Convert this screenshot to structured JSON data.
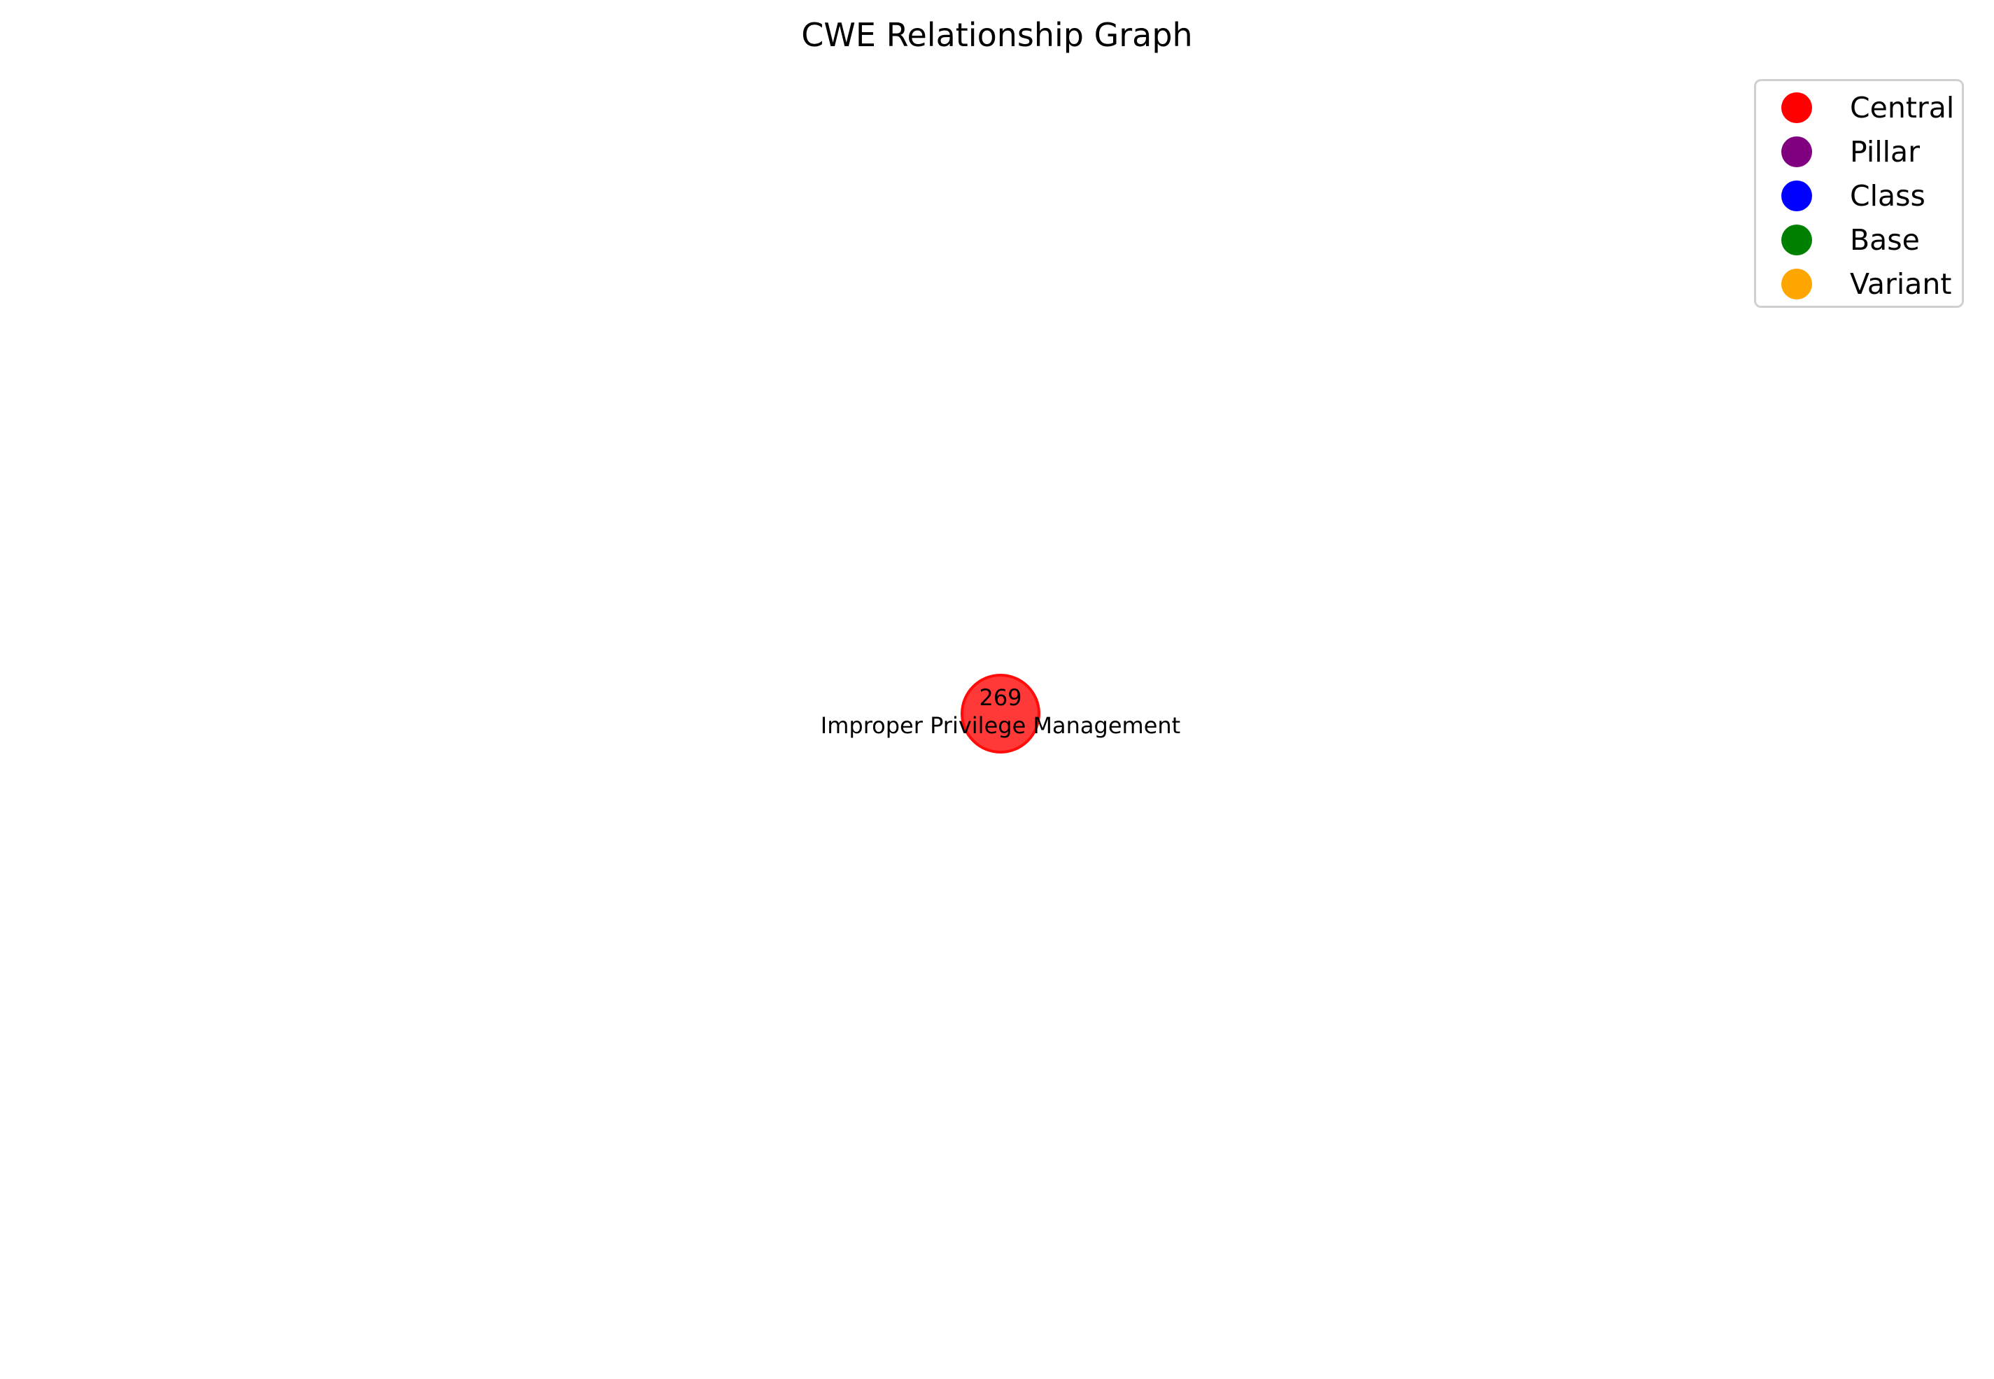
{
  "chart_data": {
    "type": "network",
    "title": "CWE Relationship Graph",
    "legend_placement": "top-right",
    "legend": [
      {
        "label": "Central",
        "color": "#ff0000"
      },
      {
        "label": "Pillar",
        "color": "#800080"
      },
      {
        "label": "Class",
        "color": "#0000ff"
      },
      {
        "label": "Base",
        "color": "#008000"
      },
      {
        "label": "Variant",
        "color": "#ffa500"
      }
    ],
    "nodes": [
      {
        "id": "269",
        "name": "Improper Privilege Management",
        "category": "Central",
        "color": "#ff0000"
      }
    ],
    "edges": []
  }
}
